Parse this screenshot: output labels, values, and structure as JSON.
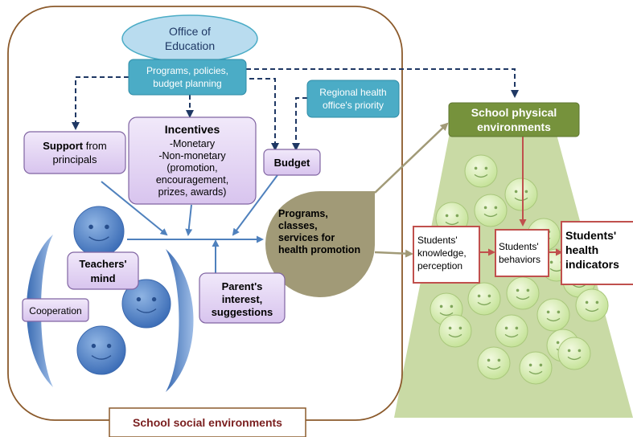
{
  "office": {
    "line1": "Office of",
    "line2": "Education"
  },
  "programs_policies": {
    "line1": "Programs, policies,",
    "line2": "budget planning"
  },
  "regional": {
    "line1": "Regional health",
    "line2": "office's priority"
  },
  "support": {
    "bold": "Support",
    "rest": " from",
    "line2": "principals"
  },
  "incentives": {
    "title": "Incentives",
    "lines": [
      "-Monetary",
      "-Non-monetary",
      "(promotion,",
      "encouragement,",
      "prizes, awards)"
    ]
  },
  "budget": "Budget",
  "programs_health": {
    "lines": [
      "Programs,",
      "classes,",
      "services for",
      "health promotion"
    ]
  },
  "teachers_mind": {
    "line1": "Teachers'",
    "line2": "mind"
  },
  "cooperation": "Cooperation",
  "parent": {
    "lines": [
      "Parent's",
      "interest,",
      "suggestions"
    ]
  },
  "school_physical": {
    "line1": "School physical",
    "line2": "environments"
  },
  "students_knowledge": {
    "lines": [
      "Students'",
      "knowledge,",
      "perception"
    ]
  },
  "students_behaviors": {
    "lines": [
      "Students'",
      "behaviors"
    ]
  },
  "students_health": {
    "lines": [
      "Students'",
      "health",
      "indicators"
    ]
  },
  "school_social": "School social environments",
  "colors": {
    "teal": "#4BACC6",
    "light_blue_ellipse": "#B9DCEF",
    "lavender": "#E2D3F2",
    "purple_border": "#8064A2",
    "olive_green": "#76923C",
    "light_green": "#C3D69B",
    "red_border": "#C0504D",
    "tan_teardrop": "#A19A77",
    "frame_border": "#8B5A2B",
    "dark_blue_dash": "#1F3864",
    "arrow_blue": "#4F81BD"
  }
}
